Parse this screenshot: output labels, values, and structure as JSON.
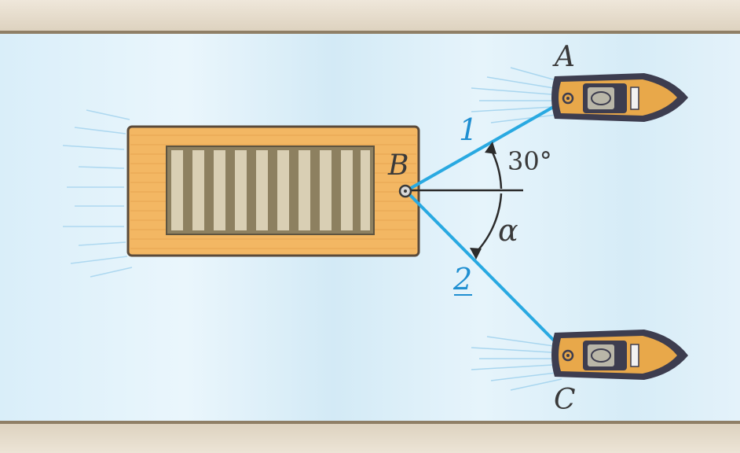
{
  "labels": {
    "point_a": "A",
    "point_b": "B",
    "point_c": "C",
    "cable_1": "1",
    "cable_2": "2",
    "angle_30": "30°",
    "angle_alpha": "α"
  },
  "angles_deg": {
    "cable_1_above_horizontal": 30
  },
  "colors": {
    "water": "#d7ecf7",
    "bank": "#e6dccb",
    "bank_edge": "#8f7f66",
    "barge": "#f3b763",
    "barge_outline": "#5a4a3a",
    "hatch": "#8d8060",
    "cable": "#29a9e1",
    "label_blue": "#1f8fd1",
    "boat_hull": "#3d3d4f",
    "boat_deck": "#e8a84a"
  }
}
